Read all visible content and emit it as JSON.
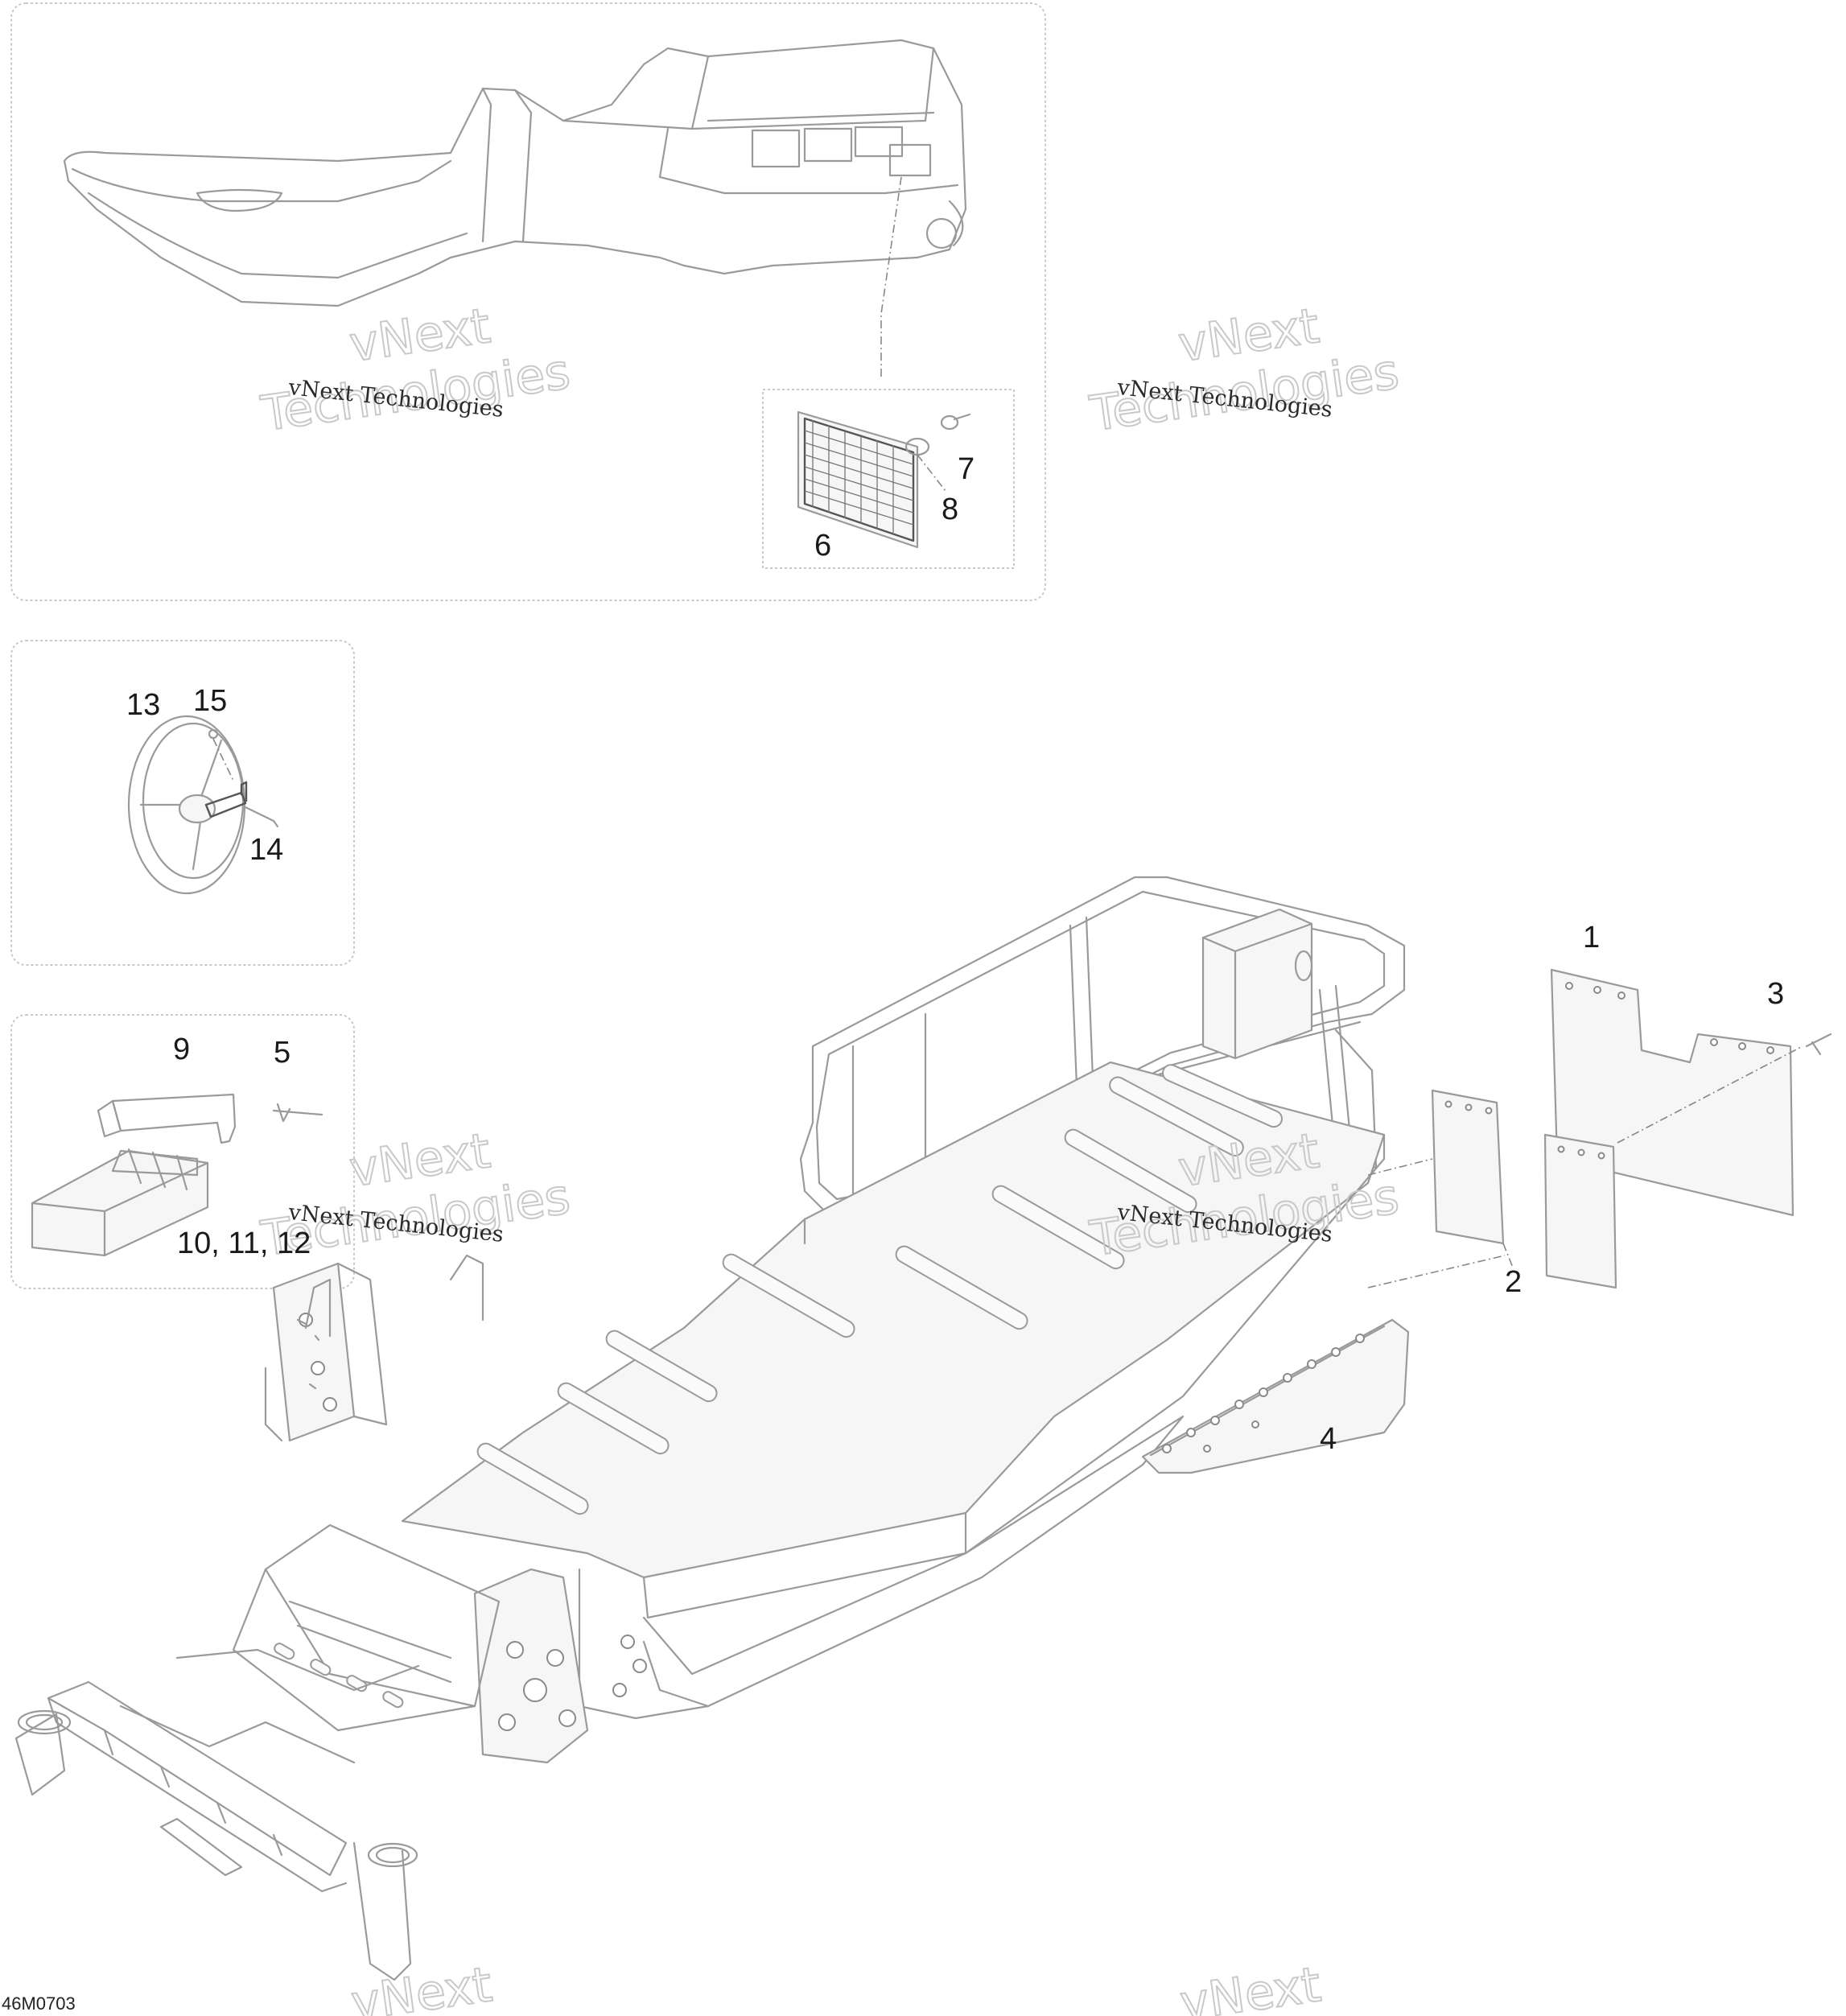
{
  "document_id": "46M0703",
  "watermark": {
    "line_small": "vNext Technologies",
    "line_big_1": "vNext",
    "line_big_2": "Technologies"
  },
  "callouts": {
    "c1": "1",
    "c2": "2",
    "c3": "3",
    "c4": "4",
    "c5": "5",
    "c6": "6",
    "c7": "7",
    "c8": "8",
    "c9": "9",
    "c10_12": "10, 11, 12",
    "c13": "13",
    "c14": "14",
    "c15": "15"
  }
}
